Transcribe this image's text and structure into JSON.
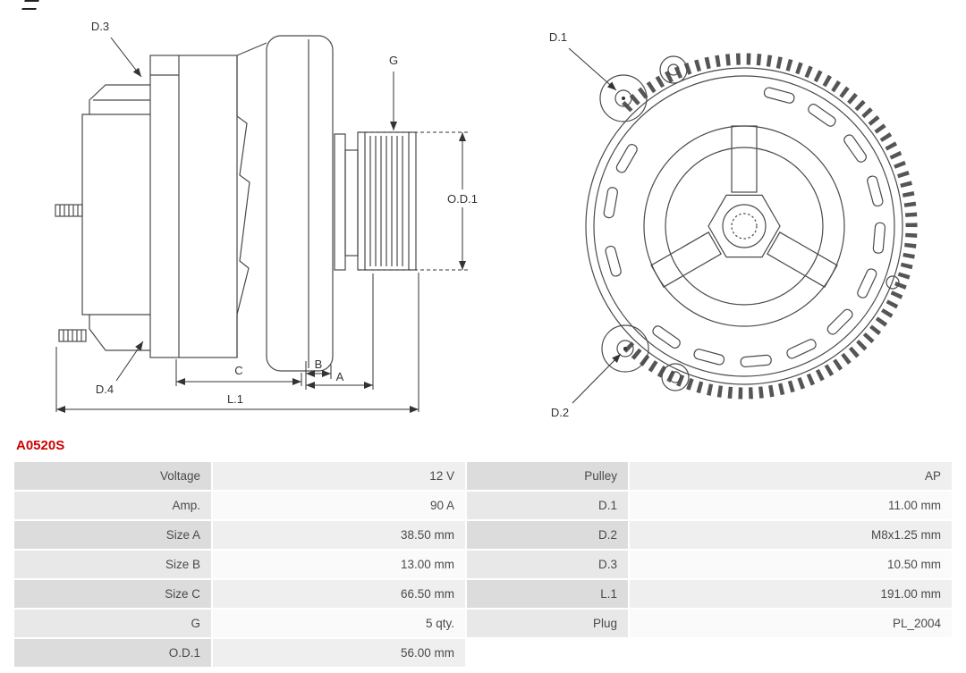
{
  "part_number": "A0520S",
  "accent_color": "#cc0000",
  "diagram": {
    "side": {
      "d3": "D.3",
      "d4": "D.4",
      "g": "G",
      "od1": "O.D.1",
      "a": "A",
      "b": "B",
      "c": "C",
      "l1": "L.1"
    },
    "front": {
      "d1": "D.1",
      "d2": "D.2"
    }
  },
  "specs": {
    "rows": [
      {
        "l1": "Voltage",
        "v1": "12 V",
        "l2": "Pulley",
        "v2": "AP"
      },
      {
        "l1": "Amp.",
        "v1": "90 A",
        "l2": "D.1",
        "v2": "11.00 mm"
      },
      {
        "l1": "Size A",
        "v1": "38.50 mm",
        "l2": "D.2",
        "v2": "M8x1.25 mm"
      },
      {
        "l1": "Size B",
        "v1": "13.00 mm",
        "l2": "D.3",
        "v2": "10.50 mm"
      },
      {
        "l1": "Size C",
        "v1": "66.50 mm",
        "l2": "L.1",
        "v2": "191.00 mm"
      },
      {
        "l1": "G",
        "v1": "5 qty.",
        "l2": "Plug",
        "v2": "PL_2004"
      },
      {
        "l1": "O.D.1",
        "v1": "56.00 mm",
        "l2": "",
        "v2": ""
      }
    ]
  }
}
